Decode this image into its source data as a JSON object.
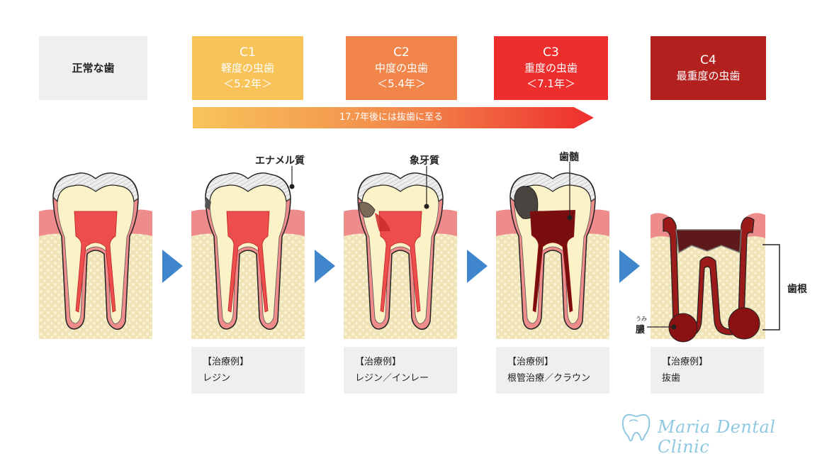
{
  "stages": [
    {
      "code": "",
      "name": "正常な歯",
      "duration": "",
      "bg": "#efefef",
      "fg": "#222222"
    },
    {
      "code": "C1",
      "name": "軽度の虫歯",
      "duration": "＜5.2年＞",
      "bg": "#f8c45a",
      "fg": "#ffffff"
    },
    {
      "code": "C2",
      "name": "中度の虫歯",
      "duration": "＜5.4年＞",
      "bg": "#f2864a",
      "fg": "#ffffff"
    },
    {
      "code": "C3",
      "name": "重度の虫歯",
      "duration": "＜7.1年＞",
      "bg": "#ee2d2d",
      "fg": "#ffffff"
    },
    {
      "code": "C4",
      "name": "最重度の虫歯",
      "duration": "",
      "bg": "#b3211f",
      "fg": "#ffffff"
    }
  ],
  "progress_banner": "17.7年後には抜歯に至る",
  "callouts": {
    "enamel": "エナメル質",
    "dentin": "象牙質",
    "pulp": "歯髄",
    "pus": "膿",
    "pus_ruby": "うみ",
    "root": "歯根"
  },
  "treatments": [
    {
      "label": "【治療例】",
      "value": "レジン"
    },
    {
      "label": "【治療例】",
      "value": "レジン／インレー"
    },
    {
      "label": "【治療例】",
      "value": "根管治療／クラウン"
    },
    {
      "label": "【治療例】",
      "value": "抜歯"
    }
  ],
  "logo_text": "Maria Dental Clinic",
  "colors": {
    "arrow": "#3f86cc",
    "bone": "#f0e3b8",
    "gum": "#ee8c8c",
    "dentin": "#fbf2c8",
    "pulp": "#ee4d4d",
    "decay_dark": "#7a0e0e",
    "logo": "#8fc8e0"
  },
  "icons": [
    "next-stage-arrow-icon",
    "tooth-logo-icon"
  ]
}
